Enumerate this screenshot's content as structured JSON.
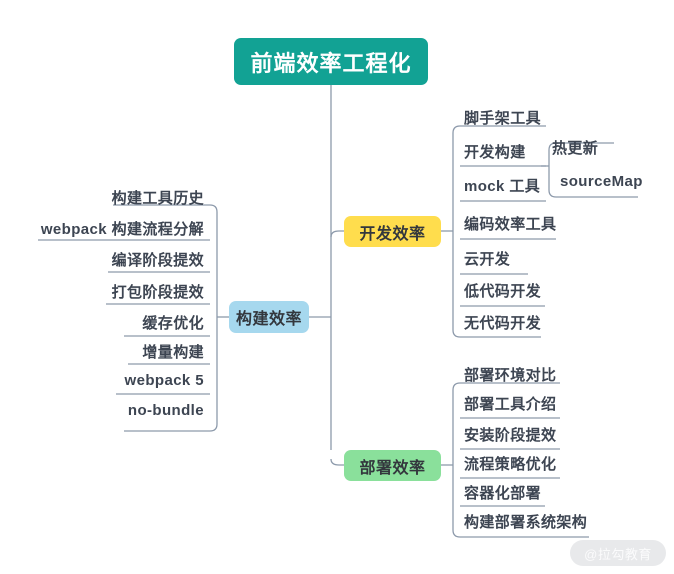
{
  "canvas": {
    "background": "#ffffff",
    "link_color": "#8d9aab",
    "watermark": "@拉勾教育"
  },
  "root": {
    "label": "前端效率工程化",
    "color": "#12a294",
    "text_color": "#ffffff"
  },
  "branches": [
    {
      "id": "dev",
      "label": "开发效率",
      "color": "#ffdd4d",
      "children": [
        {
          "label": "脚手架工具"
        },
        {
          "label": "开发构建",
          "children": [
            {
              "label": "热更新"
            },
            {
              "label": "sourceMap"
            }
          ]
        },
        {
          "label": "mock 工具"
        },
        {
          "label": "编码效率工具"
        },
        {
          "label": "云开发"
        },
        {
          "label": "低代码开发"
        },
        {
          "label": "无代码开发"
        }
      ]
    },
    {
      "id": "build",
      "label": "构建效率",
      "color": "#a6d8ee",
      "children": [
        {
          "label": "构建工具历史"
        },
        {
          "label": "webpack 构建流程分解"
        },
        {
          "label": "编译阶段提效"
        },
        {
          "label": "打包阶段提效"
        },
        {
          "label": "缓存优化"
        },
        {
          "label": "增量构建"
        },
        {
          "label": "webpack 5"
        },
        {
          "label": "no-bundle"
        }
      ]
    },
    {
      "id": "deploy",
      "label": "部署效率",
      "color": "#8ae09b",
      "children": [
        {
          "label": "部署环境对比"
        },
        {
          "label": "部署工具介绍"
        },
        {
          "label": "安装阶段提效"
        },
        {
          "label": "流程策略优化"
        },
        {
          "label": "容器化部署"
        },
        {
          "label": "构建部署系统架构"
        }
      ]
    }
  ]
}
